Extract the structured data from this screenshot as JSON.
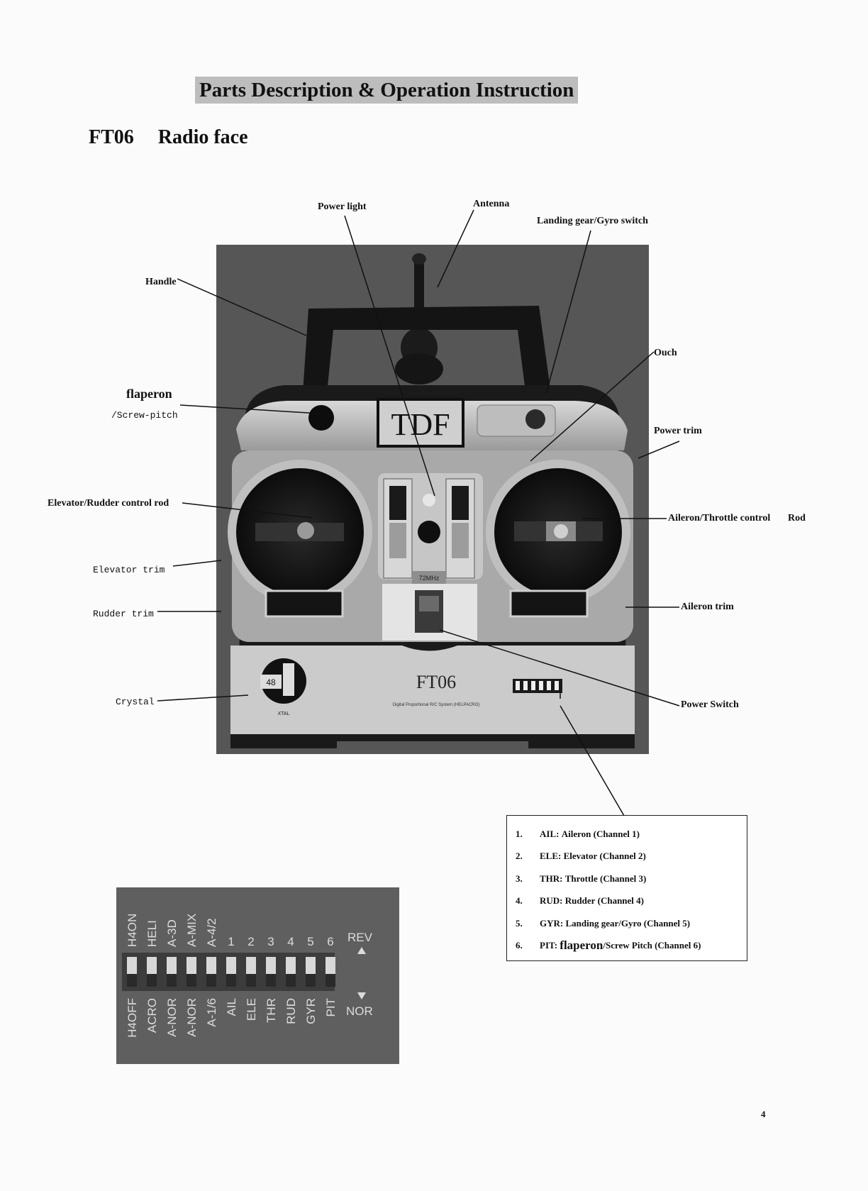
{
  "page": {
    "heading": "Parts Description & Operation Instruction",
    "model": "FT06",
    "subtitle": "Radio face",
    "page_number": "4"
  },
  "labels": {
    "power_light": "Power light",
    "antenna": "Antenna",
    "landing_gear_switch": "Landing gear/Gyro switch",
    "handle": "Handle",
    "ouch": "Ouch",
    "flaperon": "flaperon",
    "screw_pitch": "/Screw-pitch",
    "power_trim": "Power trim",
    "elevator_rudder_rod": "Elevator/Rudder control rod",
    "aileron_throttle_rod": "Aileron/Throttle control",
    "rod": "Rod",
    "elevator_trim": "Elevator trim",
    "rudder_trim": "Rudder trim",
    "aileron_trim": "Aileron trim",
    "crystal": "Crystal",
    "power_switch": "Power Switch"
  },
  "radio": {
    "brand": "TDF",
    "model_plate": "FT06",
    "system_text": "Digital Proportional R/C System (HELPACRO)",
    "freq": "72MHz",
    "crystal_band": "48",
    "crystal_label": "XTAL"
  },
  "channels": [
    {
      "num": "1.",
      "code": "AIL:",
      "name": "Aileron",
      "ch": "(Channel 1)"
    },
    {
      "num": "2.",
      "code": "ELE:",
      "name": "Elevator",
      "ch": "(Channel 2)"
    },
    {
      "num": "3.",
      "code": "THR:",
      "name": "Throttle",
      "ch": "(Channel 3)"
    },
    {
      "num": "4.",
      "code": "RUD:",
      "name": "Rudder",
      "ch": "(Channel 4)"
    },
    {
      "num": "5.",
      "code": "GYR:",
      "name": "Landing gear/Gyro",
      "ch": "(Channel 5)"
    },
    {
      "num": "6.",
      "code": "PIT:",
      "name_big": "flaperon",
      "name": "/Screw Pitch",
      "ch": "(Channel 6)"
    }
  ],
  "dip_panel": {
    "top_labels": [
      "H4ON",
      "HELI",
      "A-3D",
      "A-MIX",
      "A-4/2",
      "1",
      "2",
      "3",
      "4",
      "5",
      "6"
    ],
    "bottom_labels": [
      "H4OFF",
      "ACRO",
      "A-NOR",
      "A-NOR",
      "A-1/6",
      "AIL",
      "ELE",
      "THR",
      "RUD",
      "GYR",
      "PIT"
    ],
    "rev": "REV",
    "nor": "NOR"
  },
  "colors": {
    "heading_bg": "#bdbdbd",
    "photo_bg": "#565656",
    "dip_bg": "#5f5f5f"
  }
}
